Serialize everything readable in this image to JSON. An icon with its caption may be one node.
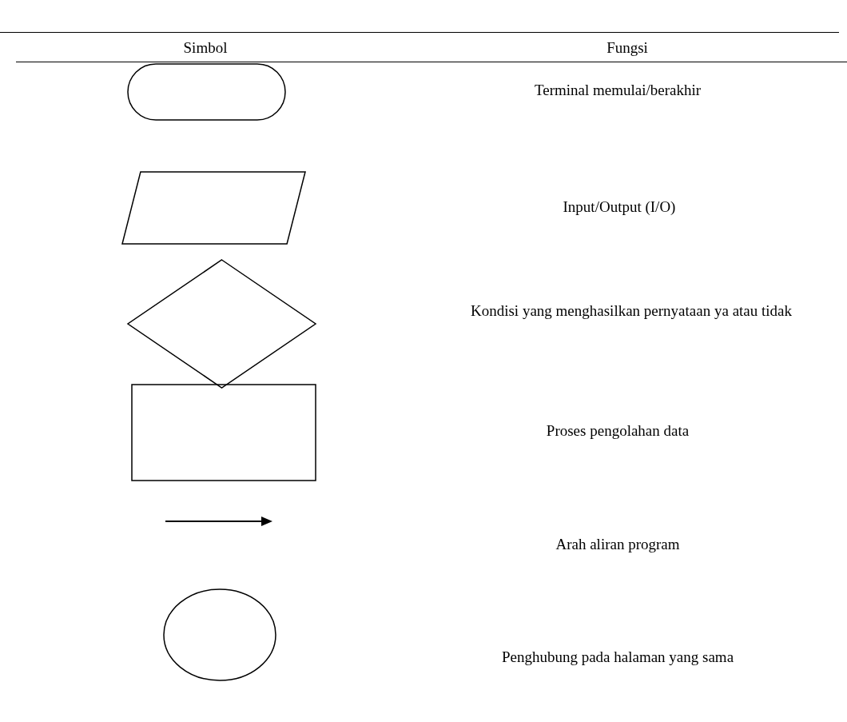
{
  "diagram": {
    "nodes": [
      {
        "text": [],
        "shape": "terminal"
      },
      {
        "text": [],
        "shape": "parallelogram"
      },
      {
        "text": [],
        "shape": "diamond"
      },
      {
        "text": [],
        "shape": "box"
      },
      {
        "text": [],
        "shape": "circle"
      }
    ],
    "labels": [
      "Simbol",
      "Fungsi",
      "Terminal memulai/berakhir",
      "Input/Output (I/O)",
      "Kondisi yang menghasilkan pernyataan ya atau tidak",
      "Proses pengolahan data",
      "Arah aliran program",
      "Penghubung pada halaman yang sama"
    ]
  }
}
